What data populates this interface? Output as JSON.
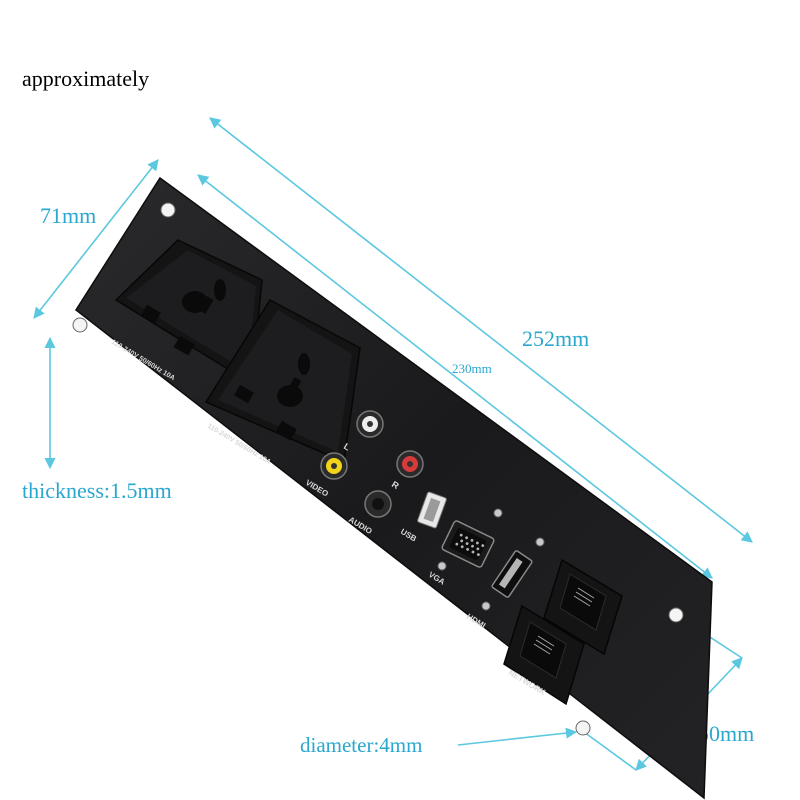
{
  "heading": "approximately",
  "dimensions": {
    "height_label": "71mm",
    "total_length_label": "252mm",
    "inner_length_label": "230mm",
    "thickness_label": "thickness:1.5mm",
    "hole_diameter_label": "diameter:4mm",
    "inner_height_label": "50mm"
  },
  "panel": {
    "outlet_rating_1": "110-240V 50/60Hz 10A",
    "outlet_rating_2": "110-240V 50/60Hz 10A",
    "ports": {
      "left": "L",
      "right": "R",
      "video": "VIDEO",
      "audio": "AUDIO",
      "usb": "USB",
      "vga": "VGA",
      "hdmi": "HDMI",
      "network": "NETWORK"
    }
  },
  "colors": {
    "dimension_line": "#5bc8e0",
    "panel": "#1c1c1e",
    "label_text": "#2aa7cf"
  }
}
